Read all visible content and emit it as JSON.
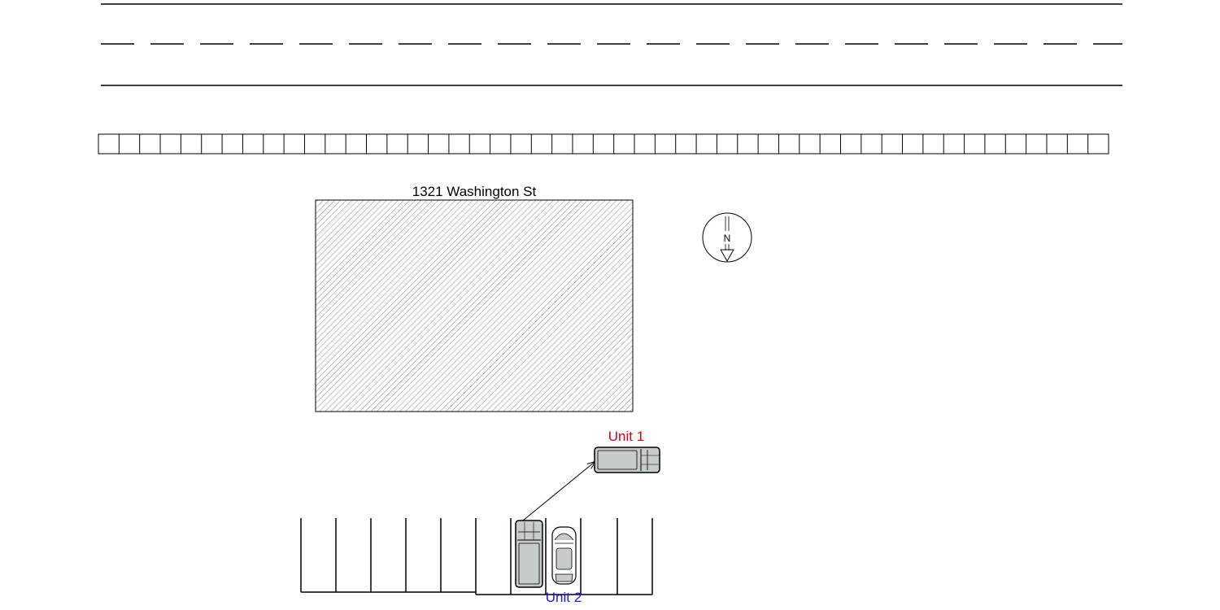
{
  "building": {
    "label": "1321 Washington St"
  },
  "compass": {
    "label": "N"
  },
  "vehicles": {
    "unit1": {
      "label": "Unit 1",
      "color": "#d0021b"
    },
    "unit2": {
      "label": "Unit 2",
      "color": "#1a1adb"
    }
  },
  "colors": {
    "line": "#000000",
    "vehicle_body": "#c8cbcc",
    "hatch": "#8a8a8a"
  }
}
